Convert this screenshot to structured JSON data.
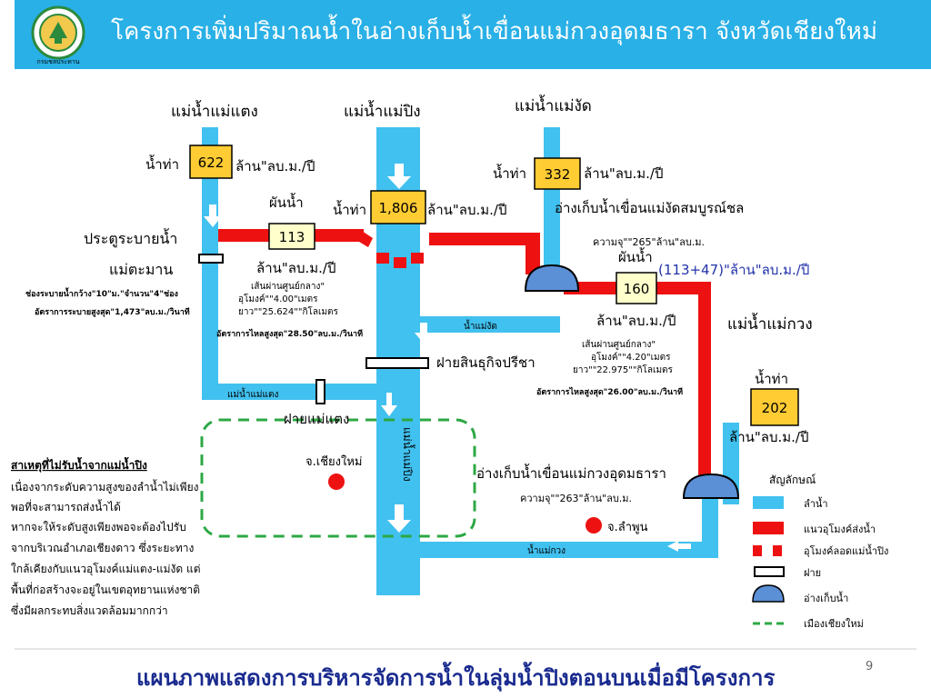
{
  "header": {
    "title": "โครงการเพิ่มปริมาณน้ำในอ่างเก็บน้ำเขื่อนแม่กวงอุดมธารา  จังหวัดเชียงใหม่",
    "logo_text": "กรมชลประทาน"
  },
  "rivers": {
    "mae_taeng": "แม่น้ำแม่แตง",
    "mae_ping": "แม่น้ำแม่ปิง",
    "mae_ngat": "แม่น้ำแม่งัด",
    "mae_kuang": "แม่น้ำแม่กวง"
  },
  "inflows": {
    "label": "น้ำท่า",
    "unit": "ล้าน\"ลบ.ม./ปี",
    "mae_taeng_value": "622",
    "mae_ping_value": "1,806",
    "mae_ngat_value": "332",
    "mae_kuang_value": "202"
  },
  "diversion_1": {
    "label": "ผันน้ำ",
    "value": "113",
    "unit": "ล้าน\"ลบ.ม./ปี",
    "tunnel_line1": "เส้นผ่านศูนย์กลาง\"",
    "tunnel_line2": "อุโมงค์\"\"4.00\"เมตร",
    "tunnel_line3": "ยาว\"\"25.624\"\"กิโลเมตร",
    "tunnel_line4": "อัตราการไหลสูงสุด\"28.50\"ลบ.ม./วินาที"
  },
  "diversion_2": {
    "label": "ผันน้ำ",
    "value": "160",
    "unit": "ล้าน\"ลบ.ม./ปี",
    "note": "(113+47)\"ล้าน\"ลบ.ม./ปี",
    "tunnel_line1": "เส้นผ่านศูนย์กลาง\"",
    "tunnel_line2": "อุโมงค์\"\"4.20\"เมตร",
    "tunnel_line3": "ยาว\"\"22.975\"\"กิโลเมตร",
    "tunnel_line4": "อัตราการไหลสูงสุด\"26.00\"ลบ.ม./วินาที"
  },
  "weir_mae_taman": {
    "title_line1": "ประตูระบายน้ำ",
    "title_line2": "แม่ตะมาน",
    "detail_line1": "ช่องระบายน้ำกว้าง\"10\"ม.\"จำนวน\"4\"ช่อง",
    "detail_line2": "อัตราการระบายสูงสุด\"1,473\"ลบ.ม./วินาที"
  },
  "reservoir_mae_ngat": {
    "name": "อ่างเก็บน้ำเขื่อนแม่งัดสมบูรณ์ชล",
    "capacity": "ความจุ\"\"265\"ล้าน\"ลบ.ม."
  },
  "reservoir_mae_kuang": {
    "name": "อ่างเก็บน้ำเขื่อนแม่กวงอุดมธารา",
    "capacity": "ความจุ\"\"263\"ล้าน\"ลบ.ม."
  },
  "weirs": {
    "sinthu": "ฝายสินธุกิจปรีชา",
    "mae_taeng": "ฝายแม่แตง"
  },
  "channel_labels": {
    "mae_ngat": "น้ำแม่งัด",
    "mae_taeng": "แม่น้ำแม่แตง",
    "mae_ping_vertical": "แม่น้ำแม่ปิง",
    "mae_kuang": "น้ำแม่กวง"
  },
  "places": {
    "chiang_mai": "จ.เชียงใหม่",
    "lamphun": "จ.ลำพูน"
  },
  "note": {
    "title": "สาเหตุที่ไม่รับน้ำจากแม่น้ำปิง",
    "lines": [
      "เนื่องจากระดับความสูงของลำน้ำไม่เพียง",
      "พอที่จะสามารถส่งน้ำได้",
      "หากจะให้ระดับสูงเพียงพอจะต้องไปรับ",
      "จากบริเวณอำเภอเชียงดาว  ซึ่งระยะทาง",
      "ใกล้เคียงกับแนวอุโมงค์แม่แตง-แม่งัด แต่",
      "พื้นที่ก่อสร้างจะอยู่ในเขตอุทยานแห่งชาติ",
      "ซึ่งมีผลกระทบสิ่งแวดล้อมมากกว่า"
    ]
  },
  "legend": {
    "title": "สัญลักษณ์",
    "items": [
      {
        "symbol": "river",
        "label": "ลำน้ำ"
      },
      {
        "symbol": "tunnel",
        "label": "แนวอุโมงค์ส่งน้ำ"
      },
      {
        "symbol": "tunnel-under-ping",
        "label": "อุโมงค์ลอดแม่น้ำปิง"
      },
      {
        "symbol": "weir",
        "label": "ฝาย"
      },
      {
        "symbol": "reservoir",
        "label": "อ่างเก็บน้ำ"
      },
      {
        "symbol": "city-boundary",
        "label": "เมืองเชียงใหม่"
      }
    ]
  },
  "colors": {
    "header": "#29b0e6",
    "river": "#41c1ef",
    "tunnel": "#ee1111",
    "box": "#ffcc33",
    "boundary": "#2ca844",
    "footer_title": "#1a2b8f",
    "note_blue": "#2233aa"
  },
  "footer": {
    "title": "แผนภาพแสดงการบริหารจัดการน้ำในลุ่มน้ำปิงตอนบนเมื่อมีโครงการ",
    "page_number": "9"
  }
}
